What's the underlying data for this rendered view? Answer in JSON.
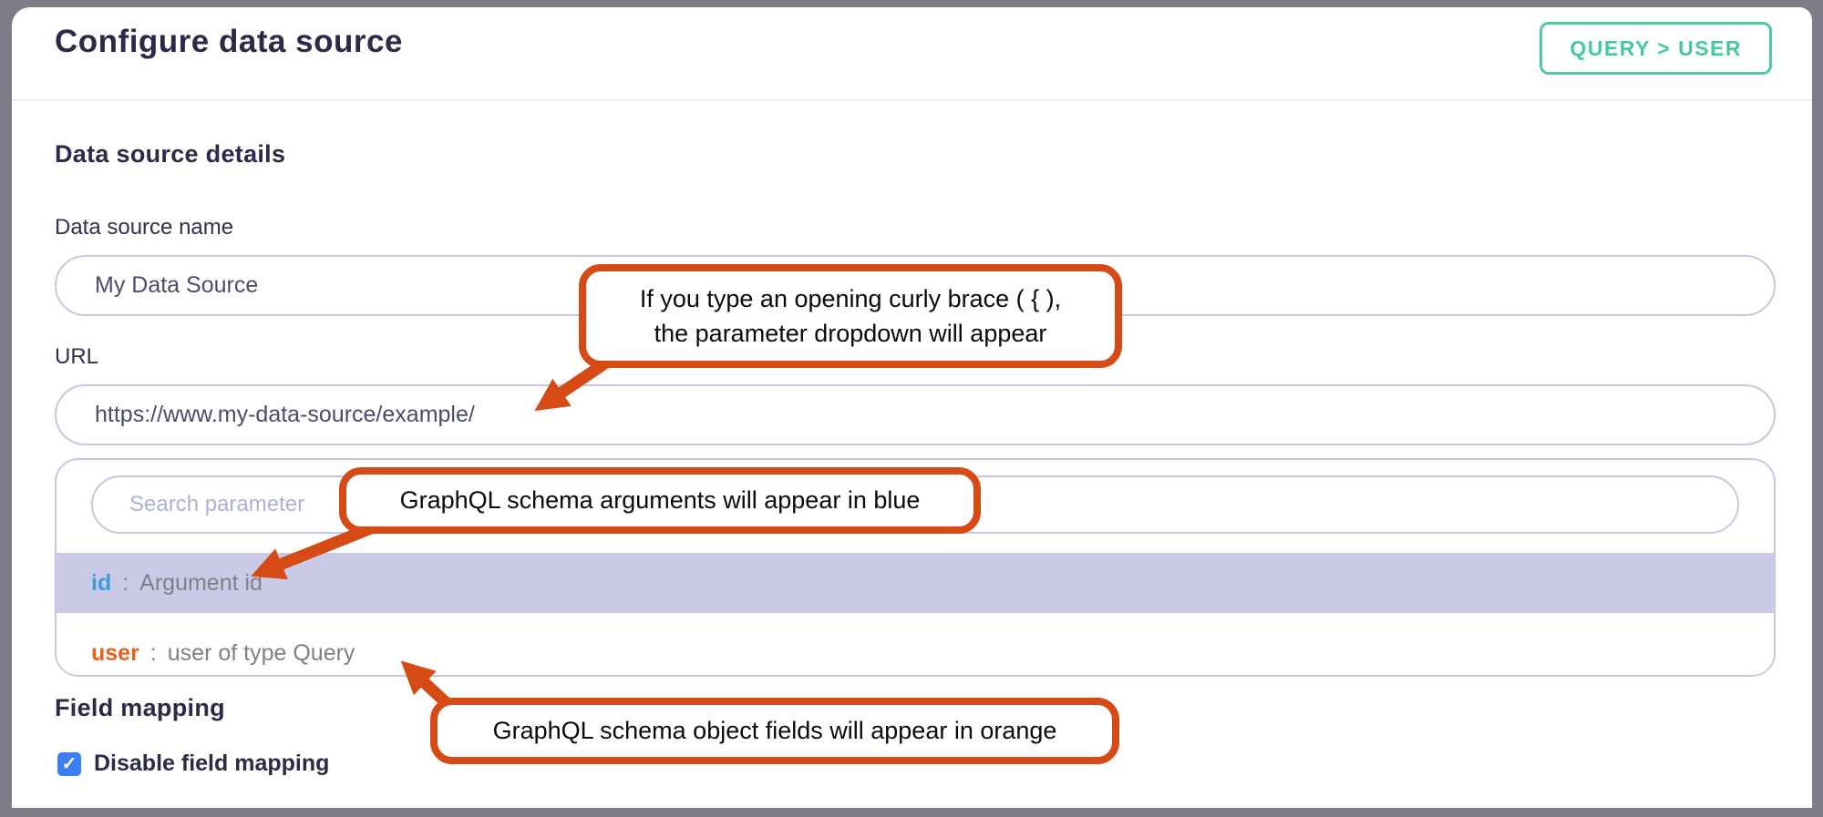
{
  "window": {
    "title": "Configure data source",
    "schema_path_button": "QUERY > USER"
  },
  "form": {
    "details_heading": "Data source details",
    "name_field": {
      "label": "Data source name",
      "value": "My Data Source"
    },
    "url_field": {
      "label": "URL",
      "value": "https://www.my-data-source/example/"
    },
    "field_mapping_heading": "Field mapping",
    "disable_field_mapping": {
      "label": "Disable field mapping",
      "checked": true
    }
  },
  "parameter_dropdown": {
    "search_placeholder": "Search parameter",
    "items": [
      {
        "name": "id",
        "colon": ":",
        "description": "Argument id",
        "kind": "graphql-argument",
        "color": "#3d9be1",
        "highlighted": true
      },
      {
        "name": "user",
        "colon": ":",
        "description": "user of type Query",
        "kind": "graphql-object-field",
        "color": "#e8611f",
        "highlighted": false
      }
    ]
  },
  "annotations": {
    "curly_brace": {
      "line1": "If you type an opening curly brace ( { ),",
      "line2": "the parameter dropdown will appear"
    },
    "arguments_blue": {
      "text": "GraphQL schema arguments will appear in blue"
    },
    "fields_orange": {
      "text": "GraphQL schema object fields will appear in orange"
    }
  },
  "icons": {
    "checkmark": "✓"
  },
  "colors": {
    "accent_teal": "#45c9a2",
    "annotation_orange": "#d64a16",
    "argument_blue": "#3d9be1",
    "object_field_orange": "#e8611f",
    "highlight_lavender": "#c9cae6",
    "input_border": "#c7c7e3",
    "checkbox_blue": "#3b7df2",
    "heading_navy": "#2b2b49"
  }
}
